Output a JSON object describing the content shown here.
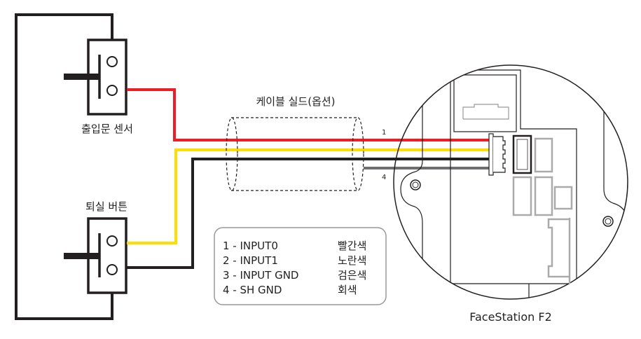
{
  "labels": {
    "door_sensor": "출입문 센서",
    "exit_button": "퇴실 버튼",
    "cable_shield": "케이블 실드(옵션)",
    "wire_1": "1",
    "wire_4": "4",
    "device": "FaceStation F2"
  },
  "legend": [
    {
      "pin": "1 - INPUT0",
      "color_name": "빨간색"
    },
    {
      "pin": "2 - INPUT1",
      "color_name": "노란색"
    },
    {
      "pin": "3 - INPUT GND",
      "color_name": "검은색"
    },
    {
      "pin": "4 - SH GND",
      "color_name": "회색"
    }
  ],
  "colors": {
    "red": "#ee1c25",
    "yellow": "#ffdd00",
    "black": "#231f20",
    "gray": "#6d6e71"
  }
}
